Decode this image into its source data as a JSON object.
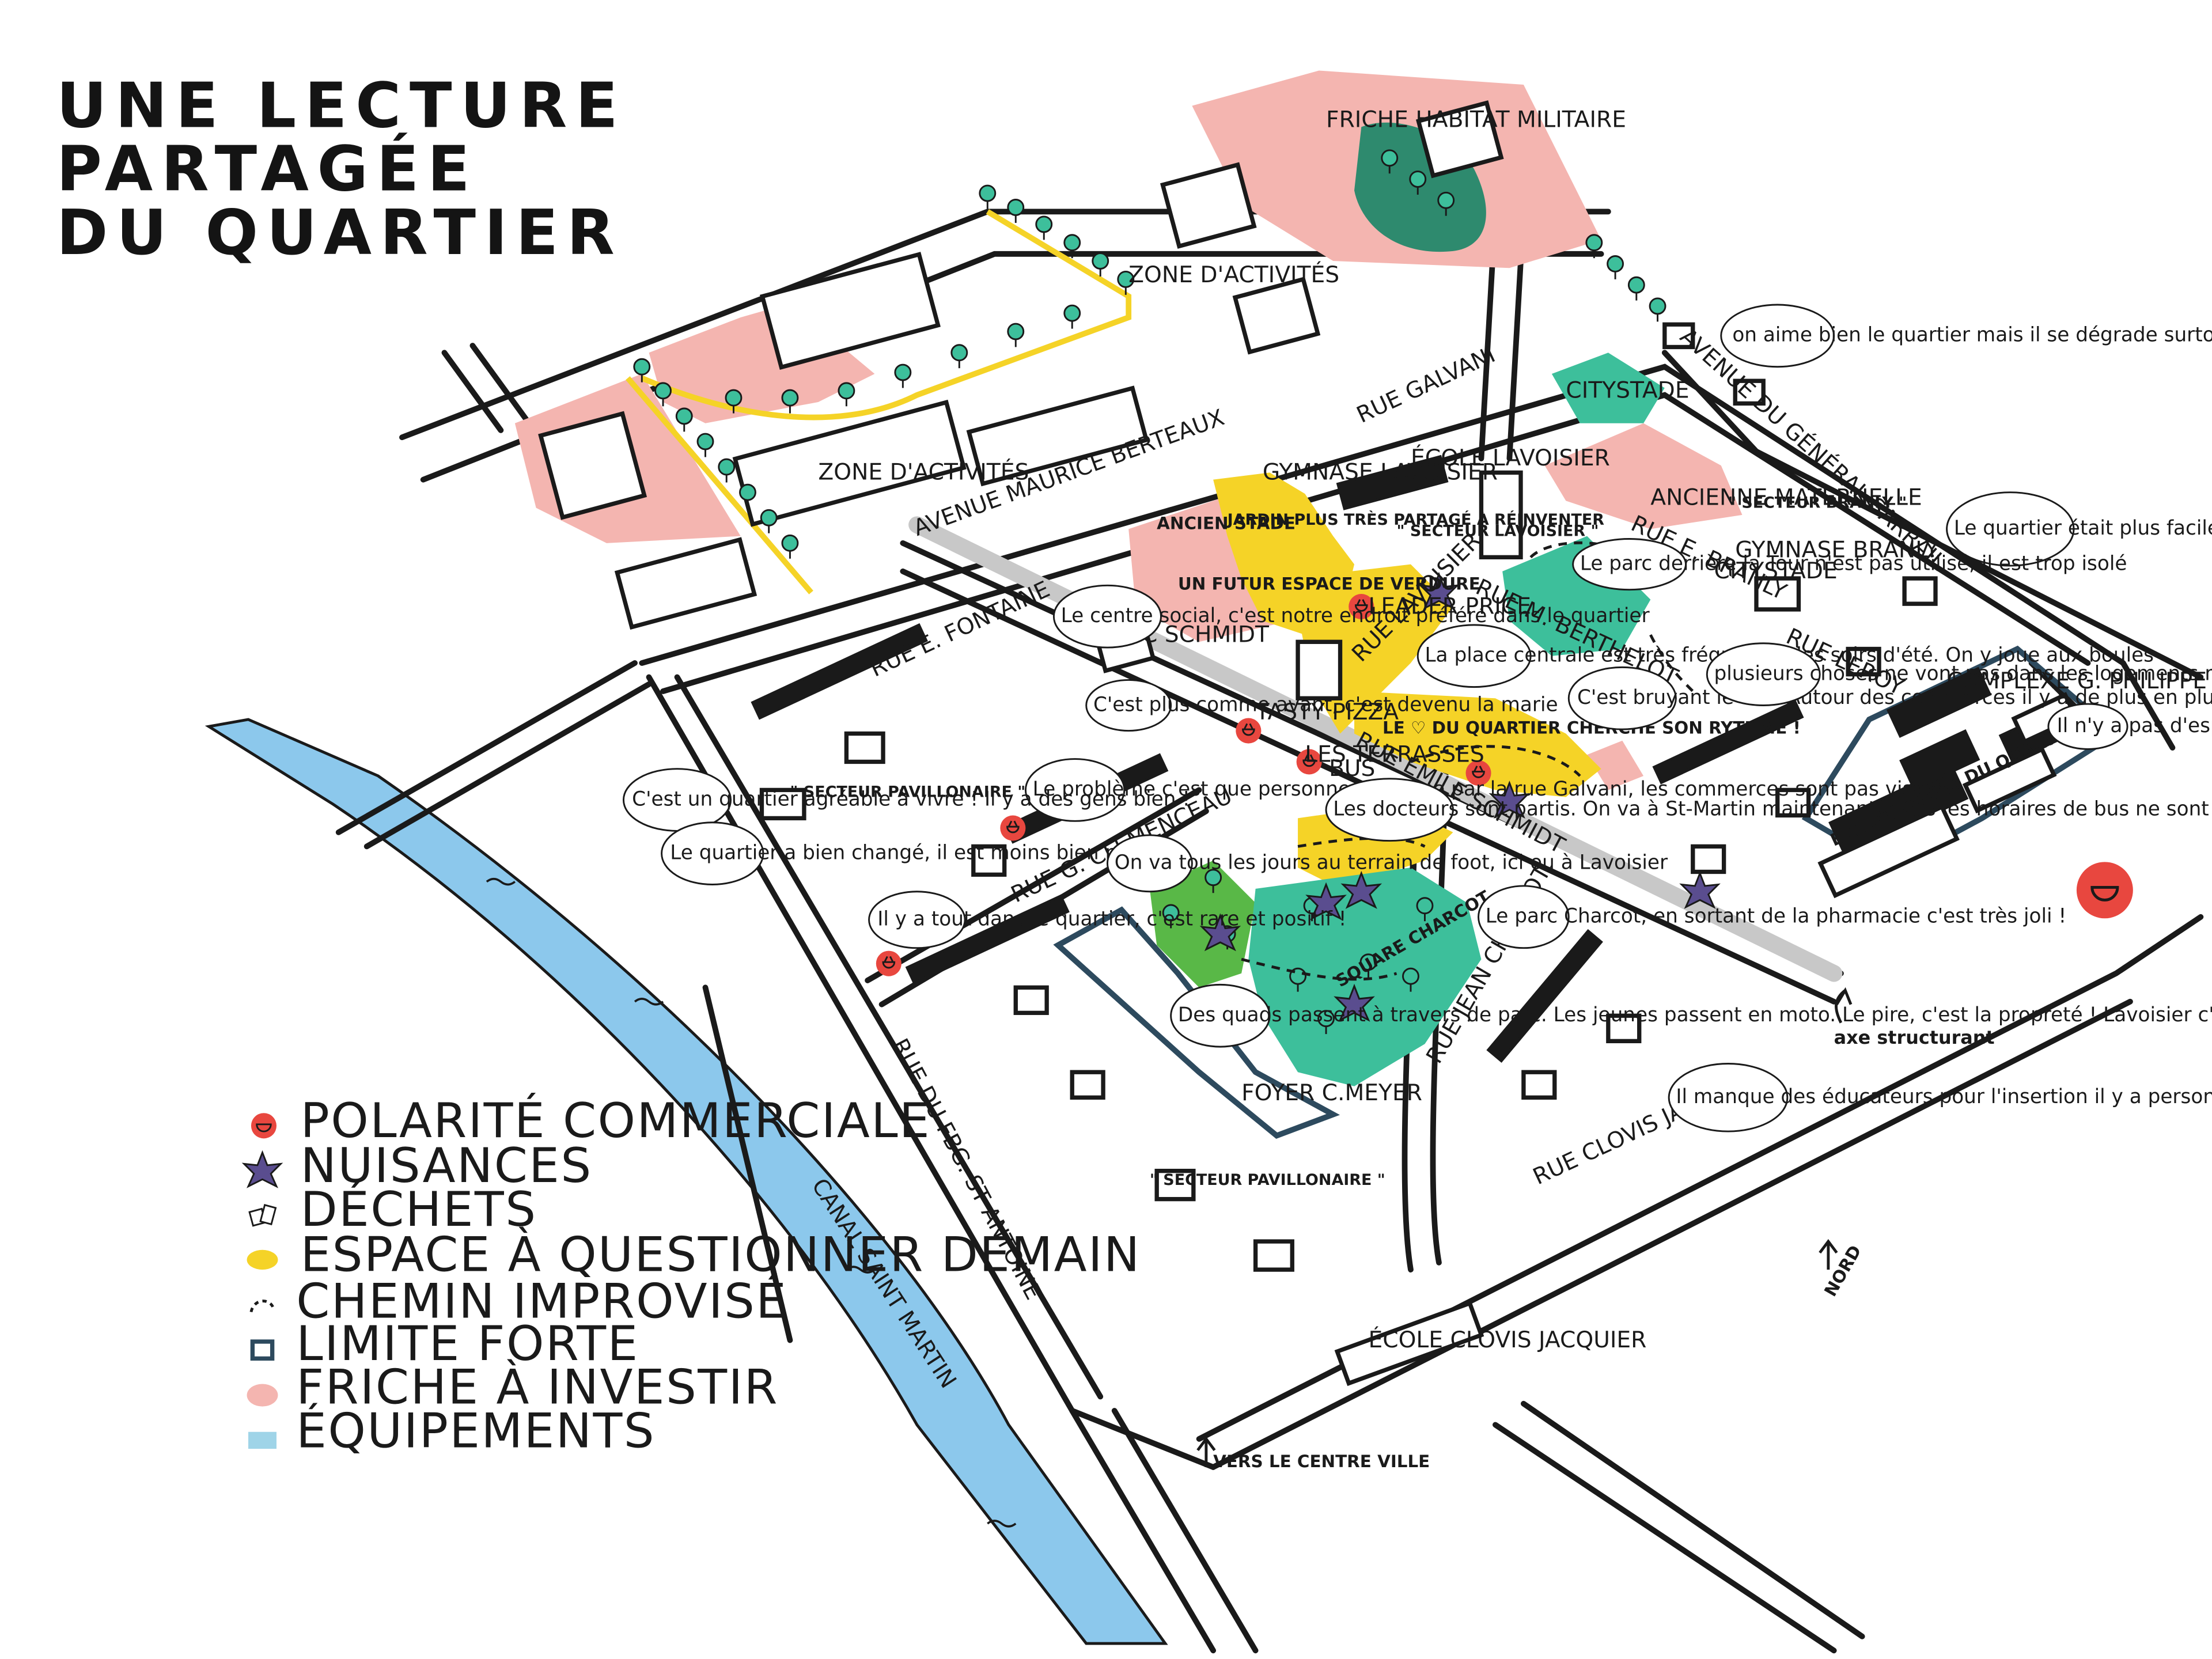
{
  "title": {
    "line1": "UNE LECTURE",
    "line2": "PARTAGÉE",
    "line3": "DU QUARTIER"
  },
  "colors": {
    "commerce": "#e8473f",
    "nuisance": "#5a4d8f",
    "espace": "#f5d327",
    "limite": "#2d4a5e",
    "friche": "#f4b5b0",
    "equipement": "#9fd4e8",
    "vert_fonce": "#2e8a6e",
    "vert_clair": "#3dbf9b",
    "vert_jardin": "#59b847",
    "canal": "#8cc8ec",
    "road": "#1a1a1a"
  },
  "legend": {
    "items": [
      {
        "label": "POLARITÉ COMMERCIALE",
        "icon": "commerce-pin-icon"
      },
      {
        "label": "NUISANCES",
        "icon": "nuisance-star-icon"
      },
      {
        "label": "DÉCHETS",
        "icon": "trash-icon"
      },
      {
        "label": "ESPACE À QUESTIONNER DEMAIN",
        "icon": "yellow-blob-icon"
      },
      {
        "label": "CHEMIN IMPROVISÉ",
        "icon": "dashed-path-icon"
      },
      {
        "label": "LIMITE FORTE",
        "icon": "strong-limit-icon"
      },
      {
        "label": "FRICHE À INVESTIR",
        "icon": "pink-blob-icon"
      },
      {
        "label": "ÉQUIPEMENTS",
        "icon": "equipment-icon"
      }
    ]
  },
  "areas": {
    "zone1": "ZONE D'ACTIVITÉS",
    "zone2": "ZONE D'ACTIVITÉS",
    "friche_militaire": "FRICHE HABITAT MILITAIRE",
    "secteur_lavoisier": "\" SECTEUR LAVOISIER \"",
    "secteur_branly": "\" SECTEUR BRANLY \"",
    "secteur_pav1": "\" SECTEUR PAVILLONAIRE \"",
    "secteur_pav2": "\" SECTEUR PAVILLONAIRE \"",
    "ancien_stade": "ANCIEN STADE",
    "futur_espace": "UN FUTUR ESPACE DE VERDURE",
    "jardin": "JARDIN PLUS TRÈS PARTAGÉ À RÉINVENTER",
    "coeur": "LE ♡ DU QUARTIER CHERCHE SON RYTHME !",
    "espace_coupe": "ESPACE COUPÉ DU QUARTIER",
    "square": "SQUARE CHARCOT",
    "axe": "axe structurant",
    "nord": "NORD",
    "centre": "VERS LE CENTRE VILLE",
    "canal": "CANAL SAINT MARTIN"
  },
  "places": {
    "gymnase_lav": "GYMNASE LAVOISIER",
    "ecole_lav": "ÉCOLE LAVOISIER",
    "citystade1": "CITYSTADE",
    "citystade2": "CITYSTADE",
    "gymnase_branly": "GYMNASE BRANLY",
    "ancienne_mat": "ANCIENNE MATERNELLE",
    "csc": "CSC SCHMIDT",
    "complexe": "COMPLEXE G. PHILIPPE",
    "foyer": "FOYER C.MEYER",
    "ecole_clovis": "ÉCOLE CLOVIS JACQUIER",
    "leader": "LEADER PRICE",
    "tasty": "TASTY PIZZA",
    "terrasses": "LES TERRASSES",
    "bus": "BUS"
  },
  "streets": {
    "emile_schmidt": "RUE EMILE SCHMIDT",
    "jean_charcot": "RUE JEAN CHARCOT",
    "clovis": "RUE CLOVIS JACQUIER",
    "fbg": "RUE DU FBG. ST ANTOINE",
    "clemenceau": "RUE G. CLEMENCEAU",
    "fontaine": "RUE E. FONTAINE",
    "branly": "RUE E. BRANLY",
    "berthelot": "RUE M. BERTHELOT",
    "lavoisier": "RUE LAVOISIER",
    "galvani": "RUE GALVANI",
    "leroy": "RUE LEROY",
    "general_sarrail": "AVENUE DU GÉNÉRAL SARRAIL",
    "maurice": "AVENUE MAURICE BERTEAUX"
  },
  "quotes": {
    "q1": "on aime bien le quartier mais il se dégrade surtout au niveau de la propreté",
    "q2": "Le quartier était plus facile à vivre avant, mais il reste agréable et familial. Le problème c'est la \"désillusion des gens\"",
    "q3": "Le parc derrière la Tour n'est pas utilisé, il est trop isolé",
    "q4": "La place centrale est très fréquentée les soirs d'été. On y joue aux boules",
    "q5": "C'est bruyant le soir. Autour des commerces il y a de plus en plus de bagarres",
    "q6": "plusieurs choses ne vont pas dans les logements mais le bailleur n'intervient pas",
    "q7": "Il n'y a pas d'espace ne fait pas partie du quartier",
    "q8": "Le centre social, c'est notre endroit préféré dans le quartier",
    "q9": "C'est plus comme avant, c'est devenu la marie",
    "q10": "Le problème c'est que personne ne passe par la rue Galvani, les commerces sont pas visibles",
    "q11": "C'est un quartier agréable à vivre ! Il y a des gens bien !",
    "q12": "Le quartier a bien changé, il est moins bien réputé !",
    "q13": "Il y a tout dans le quartier, c'est rare et positif !",
    "q14": "Les docteurs sont partis. On va à St-Martin maintenant, mais les horaires de bus ne sont pas pratiques",
    "q15": "On va tous les jours au terrain de foot, ici ou à Lavoisier",
    "q16": "Le parc Charcot, en sortant de la pharmacie c'est très joli !",
    "q17": "Des quads passent à travers de parc. Les jeunes passent en moto. Le pire, c'est la propreté ! Lavoisier c'est mieux",
    "q18": "Il manque des éducateurs pour l'insertion il y a personne pour les jeunes"
  }
}
